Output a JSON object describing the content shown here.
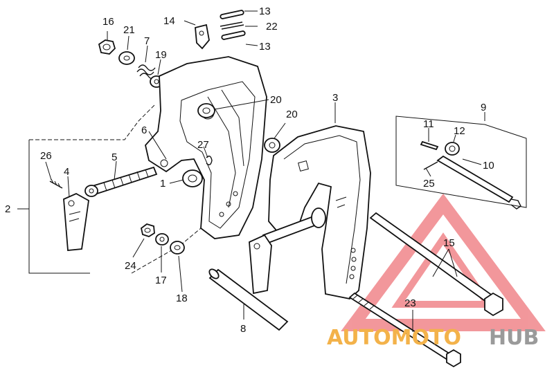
{
  "callouts": {
    "c1": "1",
    "c2": "2",
    "c3": "3",
    "c4": "4",
    "c5": "5",
    "c6": "6",
    "c7": "7",
    "c8": "8",
    "c9": "9",
    "c10": "10",
    "c11": "11",
    "c12": "12",
    "c13a": "13",
    "c13b": "13",
    "c14": "14",
    "c15": "15",
    "c16": "16",
    "c17": "17",
    "c18": "18",
    "c19": "19",
    "c20a": "20",
    "c20b": "20",
    "c21": "21",
    "c22": "22",
    "c23": "23",
    "c24": "24",
    "c25": "25",
    "c26": "26",
    "c27": "27"
  },
  "watermark": {
    "text_primary": "AUTOMOTO",
    "text_secondary": "HUB",
    "colors": {
      "triangle": "#e8434a",
      "primary": "#f3b24a",
      "secondary": "#9a9a9a"
    }
  }
}
